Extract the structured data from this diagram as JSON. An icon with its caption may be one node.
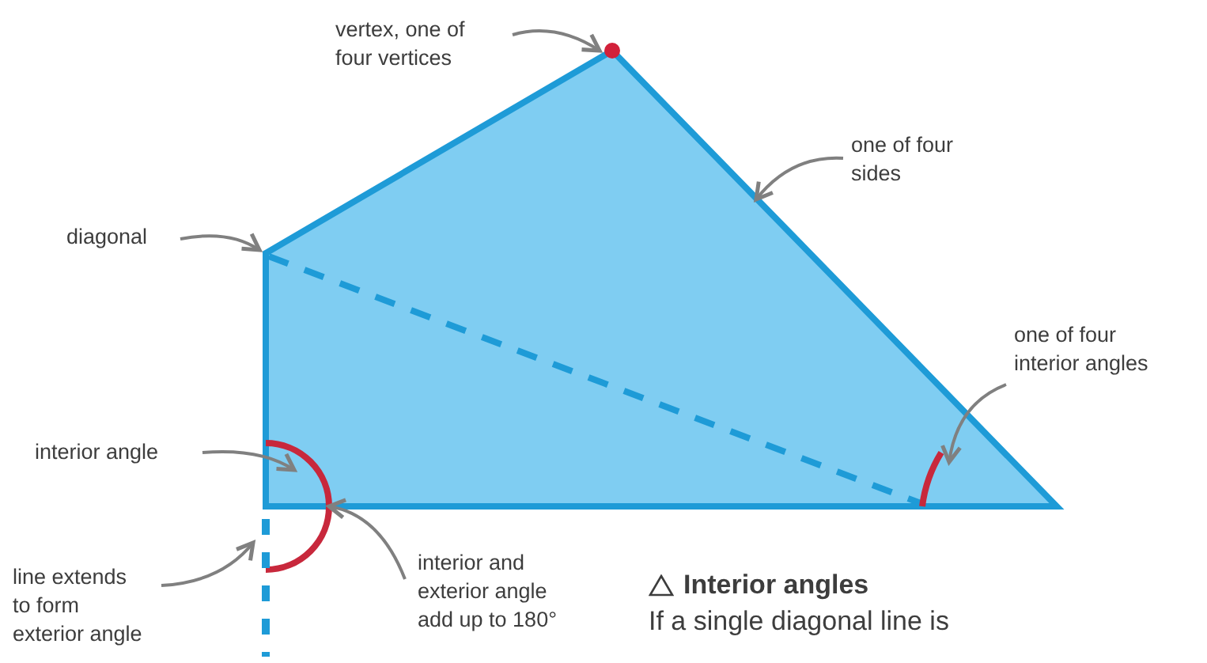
{
  "diagram": {
    "nodes": [
      {
        "text": [
          "vertex, one of four vertices"
        ]
      },
      {
        "text": [],
        "shape": "circle"
      },
      {
        "text": [
          "one of four sides"
        ]
      },
      {
        "text": [
          "diagonal"
        ]
      },
      {
        "text": [
          "one of four interior angles"
        ]
      },
      {
        "text": [
          "interior angle"
        ]
      },
      {
        "text": [
          "line extends to form exterior angle"
        ]
      },
      {
        "text": [
          "interior and exterior angle add up to 180°"
        ]
      },
      {
        "text": [],
        "shape": "arc"
      },
      {
        "text": [],
        "shape": "arc"
      },
      {
        "text": [],
        "shape": "line"
      }
    ],
    "edges": [
      {
        "from": 0,
        "to": 1,
        "arrow": "to"
      },
      {
        "from": 2,
        "to": null,
        "arrow": "to"
      },
      {
        "from": 3,
        "to": null,
        "arrow": "to"
      },
      {
        "from": 4,
        "to": 9,
        "arrow": "to"
      },
      {
        "from": 5,
        "to": 8,
        "arrow": "to"
      },
      {
        "from": 6,
        "to": 10,
        "arrow": "to"
      },
      {
        "from": 7,
        "to": 8,
        "arrow": "to"
      }
    ],
    "labels": [
      "Interior angles",
      "If a single diagonal line is"
    ]
  }
}
